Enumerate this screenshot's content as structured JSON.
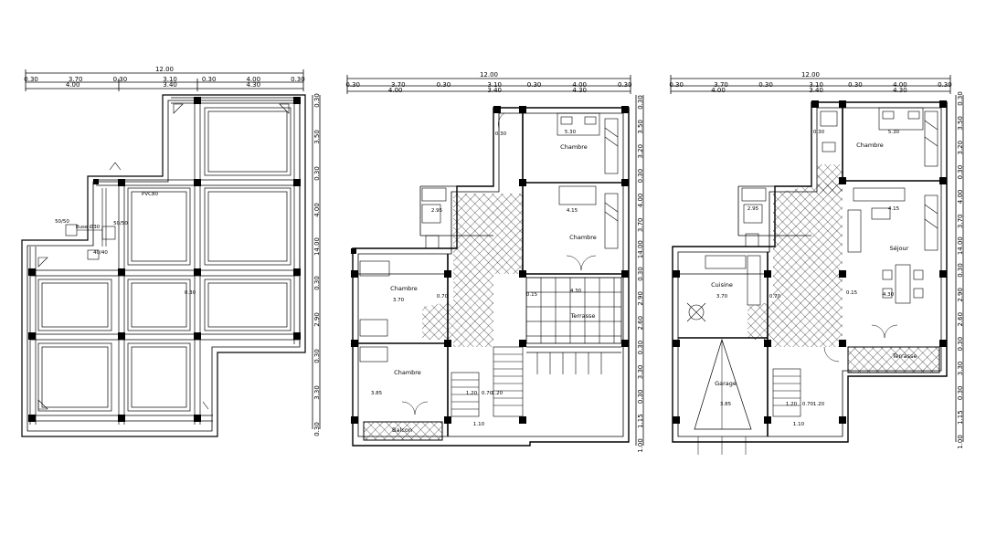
{
  "sheet": {
    "plans": [
      {
        "id": "foundation",
        "top_total": "12.00",
        "top_row1": [
          "0.30",
          "3.70",
          "0.30",
          "3.10",
          "0.30",
          "4.00",
          "0.30"
        ],
        "top_row2": [
          "4.00",
          "3.40",
          "4.30"
        ],
        "right_col": [
          "0.30",
          "3.50",
          "0.30",
          "4.00",
          "14.00",
          "0.30",
          "2.90",
          "0.30",
          "3.30",
          "0.30"
        ],
        "labels": {
          "pvc": "PVC80",
          "regard1": "50/50",
          "regard2": "Buse Ø30",
          "regard3": "40/40",
          "regard4": "50/50",
          "inner_dim": "0.30"
        }
      },
      {
        "id": "floor1",
        "top_total": "12.00",
        "top_row1": [
          "0.30",
          "3.70",
          "0.30",
          "3.10",
          "0.30",
          "4.00",
          "0.30"
        ],
        "top_row2": [
          "4.00",
          "3.40",
          "4.30"
        ],
        "right_col": [
          "0.30",
          "3.50",
          "3.20",
          "0.30",
          "4.00",
          "3.70",
          "14.00",
          "0.30",
          "2.90",
          "2.60",
          "0.30",
          "3.30",
          "0.30",
          "1.15",
          "1.00"
        ],
        "rooms": [
          "Chambre",
          "Chambre",
          "Chambre",
          "Chambre",
          "Terrasse",
          "Balcon"
        ],
        "dims": [
          "5.30",
          "4.15",
          "2.95",
          "3.70",
          "0.70",
          "0.15",
          "3.85",
          "1.20",
          "0.70",
          "4.30",
          "0.30",
          "1.10",
          "1.20"
        ]
      },
      {
        "id": "ground",
        "top_total": "12.00",
        "top_row1": [
          "0.30",
          "3.70",
          "0.30",
          "3.10",
          "0.30",
          "4.00",
          "0.30"
        ],
        "top_row2": [
          "4.00",
          "3.40",
          "4.30"
        ],
        "right_col": [
          "0.30",
          "3.50",
          "3.20",
          "0.30",
          "4.00",
          "3.70",
          "14.00",
          "0.30",
          "2.90",
          "2.60",
          "0.30",
          "3.30",
          "0.30",
          "1.15",
          "1.00"
        ],
        "rooms": [
          "Chambre",
          "Séjour",
          "Cuisine",
          "Garage",
          "Terrasse"
        ],
        "dims": [
          "5.30",
          "4.15",
          "2.95",
          "3.70",
          "0.70",
          "0.15",
          "3.85",
          "1.20",
          "0.70",
          "4.30",
          "0.30",
          "1.10",
          "1.20"
        ]
      }
    ]
  }
}
